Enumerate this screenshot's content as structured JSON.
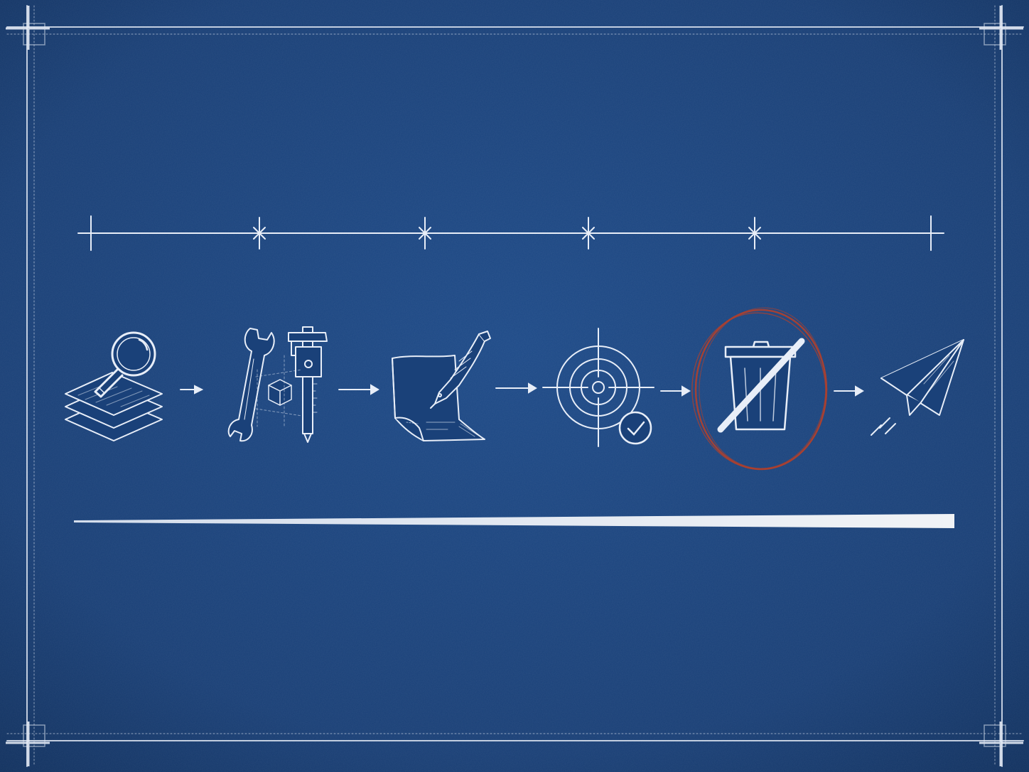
{
  "diagram": {
    "type": "process-flow",
    "stages": [
      {
        "id": "research",
        "icon": "layers-magnifier-icon"
      },
      {
        "id": "engineering",
        "icon": "wrench-caliper-icon"
      },
      {
        "id": "writing",
        "icon": "document-quill-icon"
      },
      {
        "id": "targeting",
        "icon": "target-check-icon"
      },
      {
        "id": "no-waste",
        "icon": "crossed-trash-can-icon",
        "highlighted": true
      },
      {
        "id": "launch",
        "icon": "paper-plane-icon"
      }
    ],
    "connectors": 5,
    "timeline_marks": 6,
    "progress_fraction": 1.0
  },
  "colors": {
    "paper": "#1a4179",
    "paper_dark": "#123262",
    "ink": "#e8eef8",
    "highlight": "#b0402c"
  }
}
